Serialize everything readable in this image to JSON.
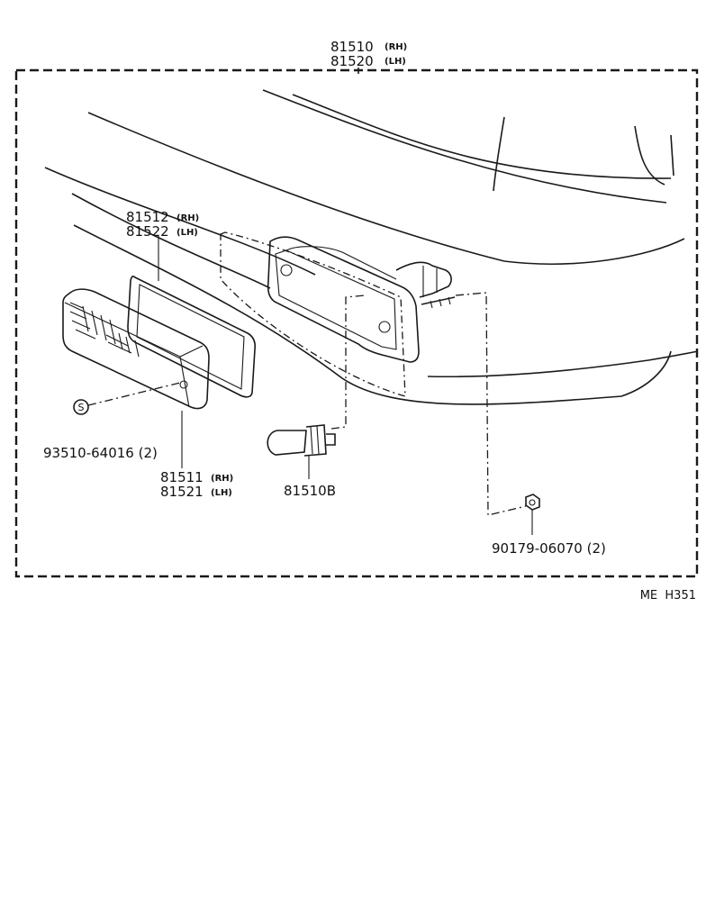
{
  "parts": {
    "housing": {
      "code_rh": "81510",
      "side_rh": "(RH)",
      "code_lh": "81520",
      "side_lh": "(LH)"
    },
    "gasket": {
      "code_rh": "81512",
      "side_rh": "(RH)",
      "code_lh": "81522",
      "side_lh": "(LH)"
    },
    "lens": {
      "code_rh": "81511",
      "side_rh": "(RH)",
      "code_lh": "81521",
      "side_lh": "(LH)"
    },
    "screw": {
      "code": "93510-64016 (2)",
      "marker": "S"
    },
    "bulb": {
      "code": "81510B"
    },
    "nut": {
      "code": "90179-06070 (2)"
    }
  },
  "footer": {
    "ref": "ME  H351"
  }
}
